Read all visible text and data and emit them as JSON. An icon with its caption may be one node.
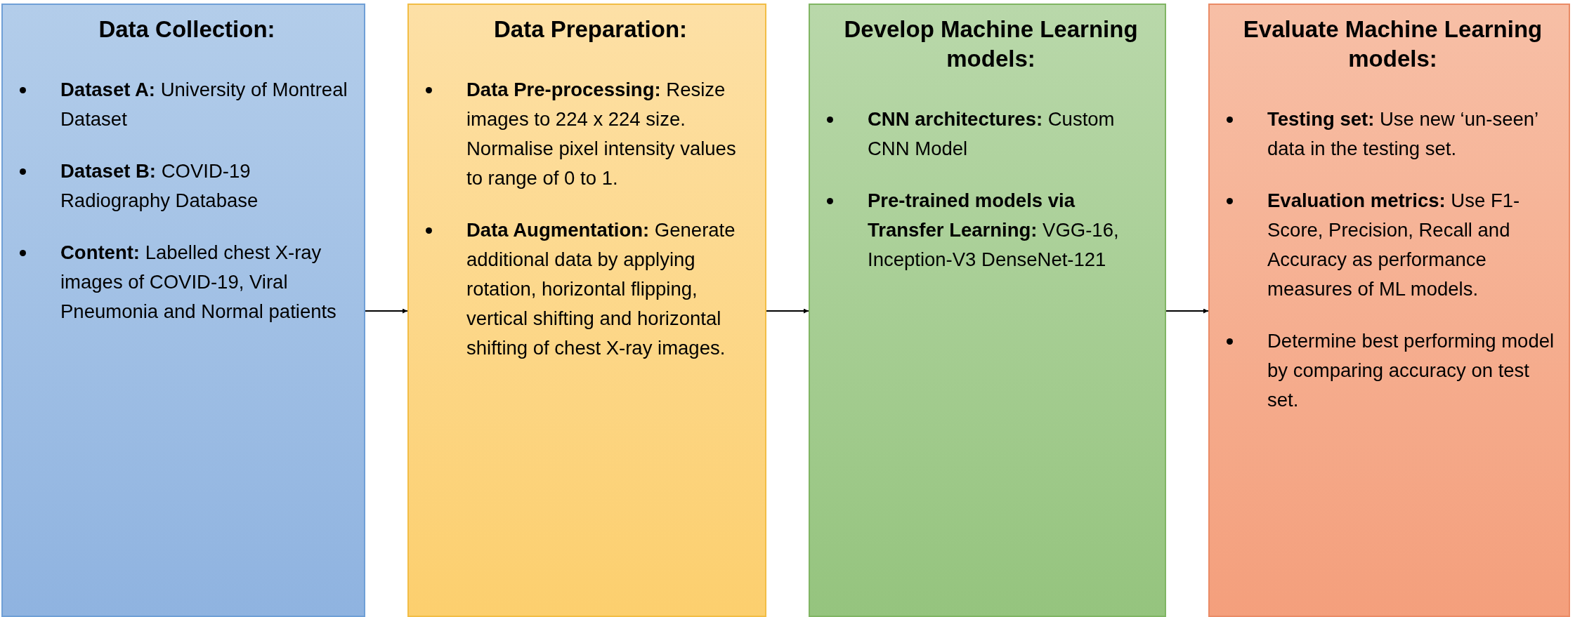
{
  "diagram": {
    "nodes": [
      {
        "text": [
          "Data Collection:",
          "**Dataset A:** University of Montreal Dataset",
          "**Dataset B:** COVID-19 Radiography Database",
          "**Content:** Labelled chest X-ray images of COVID-19, Viral Pneumonia and Normal patients"
        ]
      },
      {
        "text": [
          "Data Preparation:",
          "**Data Pre-processing:** Resize images to 224 x 224 size. Normalise pixel intensity values to range of 0 to 1.",
          "**Data Augmentation:** Generate additional data by applying rotation, horizontal flipping, vertical shifting and horizontal shifting of chest X-ray images."
        ]
      },
      {
        "text": [
          "Develop Machine Learning models:",
          "**CNN architectures:** Custom CNN Model",
          "**Pre-trained models via Transfer Learning:** VGG-16, Inception-V3 DenseNet-121"
        ]
      },
      {
        "text": [
          "Evaluate Machine Learning models:",
          "**Testing set:** Use new ‘un-seen’ data in the testing set.",
          "**Evaluation metrics:** Use F1-Score, Precision, Recall and Accuracy as performance measures of ML models.",
          "Determine best performing model by comparing accuracy on test set."
        ]
      }
    ],
    "edges": [
      {
        "from": 0,
        "to": 1,
        "arrow": "to"
      },
      {
        "from": 1,
        "to": 2,
        "arrow": "to"
      },
      {
        "from": 2,
        "to": 3,
        "arrow": "to"
      }
    ]
  }
}
